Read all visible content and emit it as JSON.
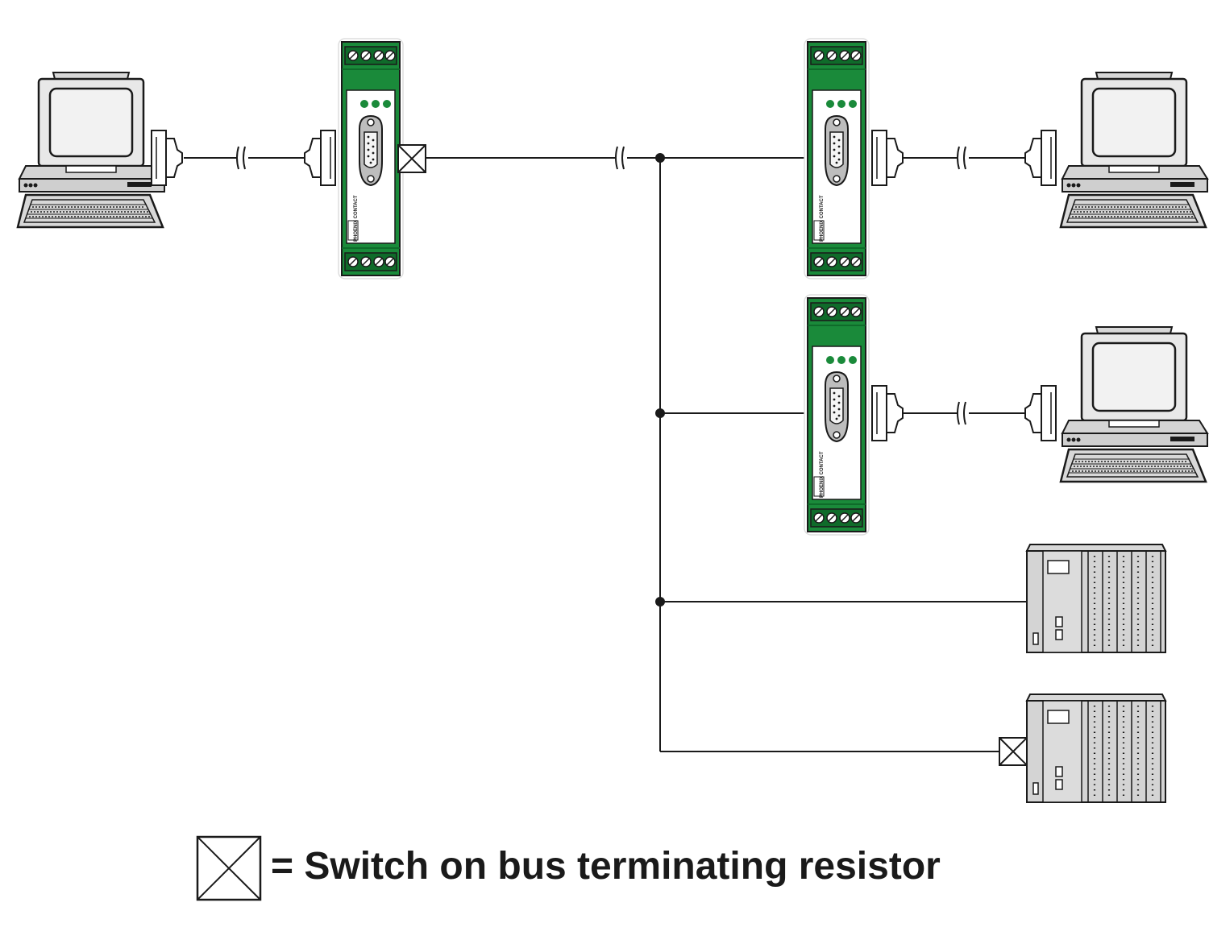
{
  "legend": {
    "text": "= Switch on bus terminating resistor",
    "symbol": "terminating-resistor-switch"
  },
  "module_brand": "PHOENIX CONTACT",
  "colors": {
    "module_green": "#1a8a3a",
    "module_dark_green": "#0f6b2a",
    "line": "#1a1a1a",
    "device_gray": "#d4d4d4"
  },
  "nodes": {
    "computers": [
      "pc-master",
      "pc-slave-1",
      "pc-slave-2"
    ],
    "modules": [
      "module-master",
      "module-slave-1",
      "module-slave-2"
    ],
    "plcs": [
      "plc-1",
      "plc-2"
    ]
  }
}
